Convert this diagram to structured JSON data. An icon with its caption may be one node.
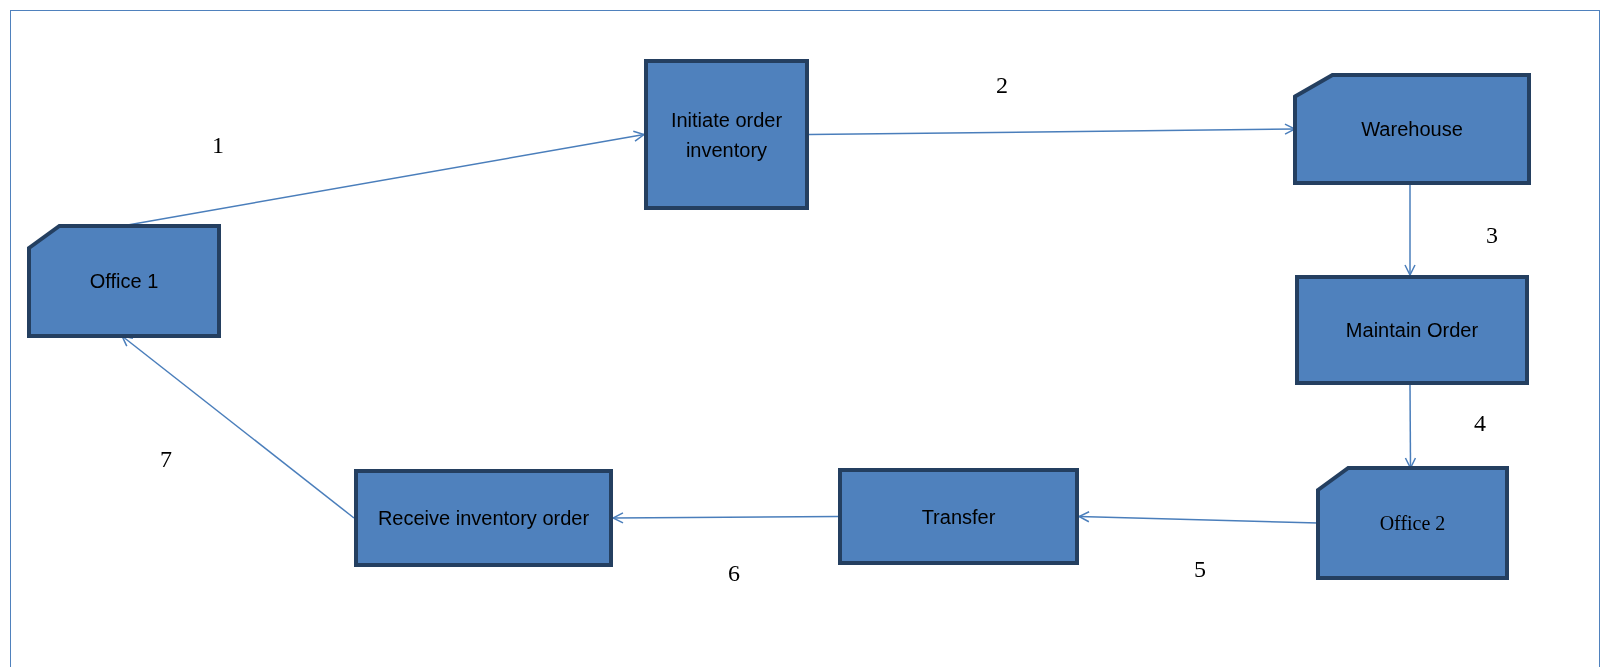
{
  "diagram": {
    "nodes": [
      {
        "text": [
          "Office 1"
        ]
      },
      {
        "text": [
          "Initiate order inventory"
        ]
      },
      {
        "text": [
          "Warehouse"
        ]
      },
      {
        "text": [
          "Maintain Order"
        ]
      },
      {
        "text": [
          "Office 2"
        ]
      },
      {
        "text": [
          "Transfer"
        ]
      },
      {
        "text": [
          "Receive inventory order"
        ]
      }
    ],
    "edges": [
      {
        "from": 0,
        "to": 1,
        "arrow": "to"
      },
      {
        "from": 1,
        "to": 2,
        "arrow": "to"
      },
      {
        "from": 2,
        "to": 3,
        "arrow": "to"
      },
      {
        "from": 3,
        "to": 4,
        "arrow": "to"
      },
      {
        "from": 4,
        "to": 5,
        "arrow": "to"
      },
      {
        "from": 5,
        "to": 6,
        "arrow": "to"
      },
      {
        "from": 6,
        "to": 0,
        "arrow": "to"
      }
    ],
    "labels": [
      "1",
      "2",
      "3",
      "4",
      "5",
      "6",
      "7"
    ]
  }
}
